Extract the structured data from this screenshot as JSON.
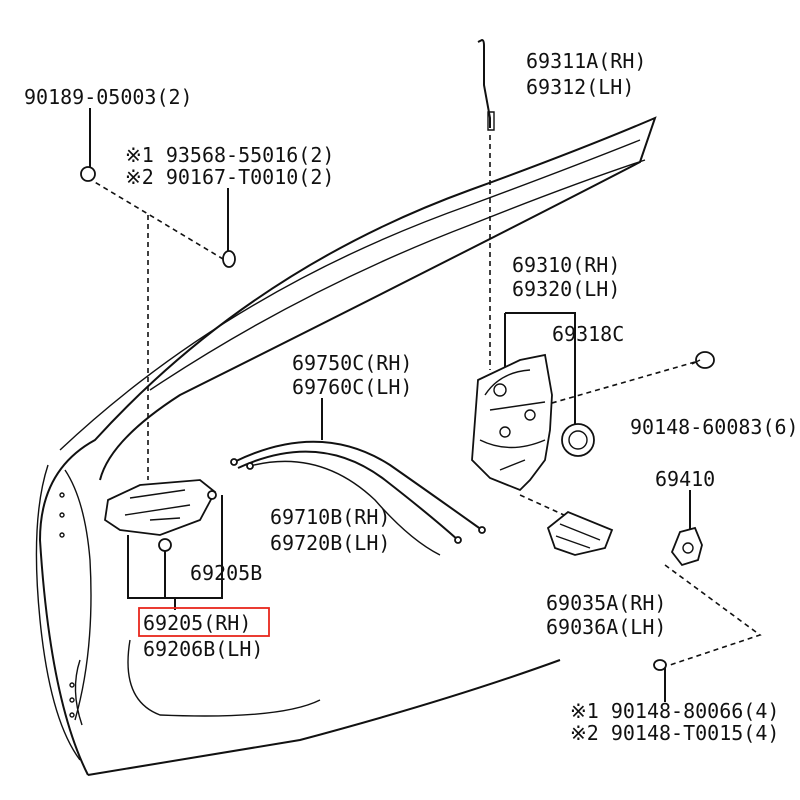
{
  "labels": {
    "p90189": "90189-05003(2)",
    "p93568": "※1 93568-55016(2)",
    "p90167": "※2 90167-T0010(2)",
    "p69311a": "69311A(RH)",
    "p69312": "69312(LH)",
    "p69310": "69310(RH)",
    "p69320": "69320(LH)",
    "p69318c": "69318C",
    "p90148_60083": "90148-60083(6)",
    "p69750c": "69750C(RH)",
    "p69760c": "69760C(LH)",
    "p69710b": "69710B(RH)",
    "p69720b": "69720B(LH)",
    "p69205b": "69205B",
    "p69205": "69205(RH)",
    "p69206b": "69206B(LH)",
    "p69410": "69410",
    "p69035a": "69035A(RH)",
    "p69036a": "69036A(LH)",
    "p90148_80066": "※1 90148-80066(4)",
    "p90148_t0015": "※2 90148-T0015(4)"
  },
  "highlight": {
    "target": "69205(RH)",
    "color": "#e8261c"
  }
}
